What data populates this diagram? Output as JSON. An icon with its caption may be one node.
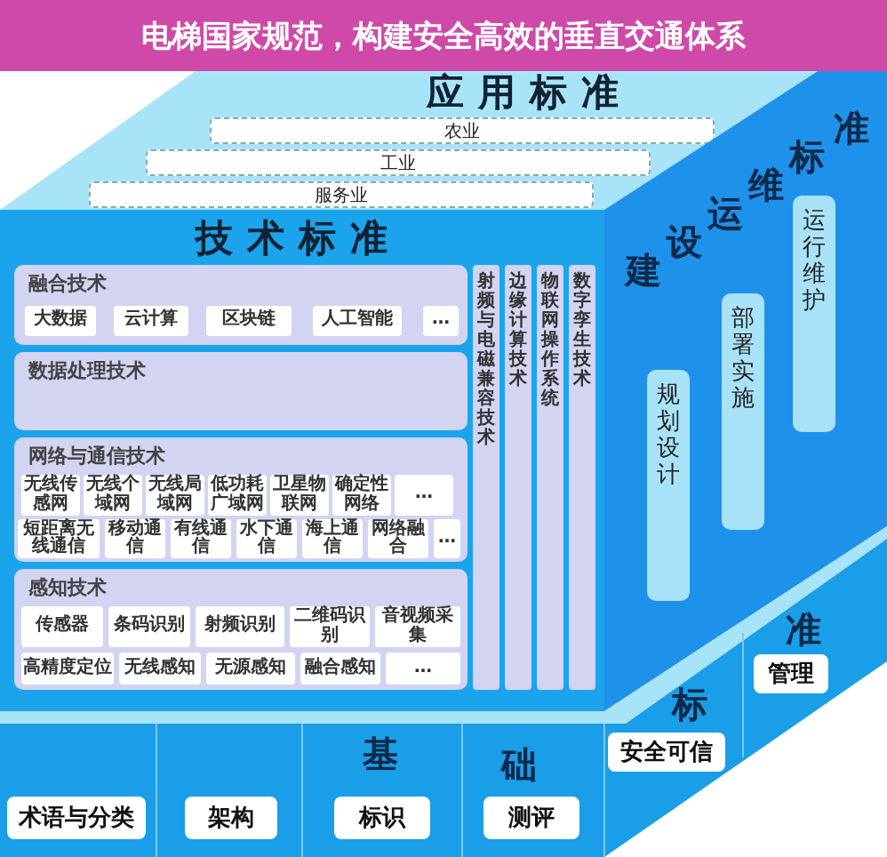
{
  "diagram": {
    "caption": "电梯国家规范，构建安全高效的垂直交通体系",
    "nodes": [
      {
        "text": [
          "应用标准"
        ]
      },
      {
        "text": [
          "农业"
        ],
        "in": 0
      },
      {
        "text": [
          "工业"
        ],
        "in": 0
      },
      {
        "text": [
          "服务业"
        ],
        "in": 0
      },
      {
        "text": [
          "技术标准"
        ]
      },
      {
        "text": [
          "融合技术"
        ],
        "in": 4
      },
      {
        "text": [
          "大数据"
        ],
        "in": 5
      },
      {
        "text": [
          "云计算"
        ],
        "in": 5
      },
      {
        "text": [
          "区块链"
        ],
        "in": 5
      },
      {
        "text": [
          "人工智能"
        ],
        "in": 5
      },
      {
        "text": [
          "…"
        ],
        "in": 5
      },
      {
        "text": [
          "数据处理技术"
        ],
        "in": 4
      },
      {
        "text": [
          "网络与通信技术"
        ],
        "in": 4
      },
      {
        "text": [
          "无线传感网"
        ],
        "in": 12
      },
      {
        "text": [
          "无线个域网"
        ],
        "in": 12
      },
      {
        "text": [
          "无线局域网"
        ],
        "in": 12
      },
      {
        "text": [
          "低功耗广域网"
        ],
        "in": 12
      },
      {
        "text": [
          "卫星物联网"
        ],
        "in": 12
      },
      {
        "text": [
          "确定性网络"
        ],
        "in": 12
      },
      {
        "text": [
          "…"
        ],
        "in": 12
      },
      {
        "text": [
          "短距离无线通信"
        ],
        "in": 12
      },
      {
        "text": [
          "移动通信"
        ],
        "in": 12
      },
      {
        "text": [
          "有线通信"
        ],
        "in": 12
      },
      {
        "text": [
          "水下通信"
        ],
        "in": 12
      },
      {
        "text": [
          "海上通信"
        ],
        "in": 12
      },
      {
        "text": [
          "网络融合"
        ],
        "in": 12
      },
      {
        "text": [
          "…"
        ],
        "in": 12
      },
      {
        "text": [
          "感知技术"
        ],
        "in": 4
      },
      {
        "text": [
          "传感器"
        ],
        "in": 27
      },
      {
        "text": [
          "条码识别"
        ],
        "in": 27
      },
      {
        "text": [
          "射频识别"
        ],
        "in": 27
      },
      {
        "text": [
          "二维码识别"
        ],
        "in": 27
      },
      {
        "text": [
          "音视频采集"
        ],
        "in": 27
      },
      {
        "text": [
          "高精度定位"
        ],
        "in": 27
      },
      {
        "text": [
          "无线感知"
        ],
        "in": 27
      },
      {
        "text": [
          "无源感知"
        ],
        "in": 27
      },
      {
        "text": [
          "融合感知"
        ],
        "in": 27
      },
      {
        "text": [
          "…"
        ],
        "in": 27
      },
      {
        "text": [
          "射频与电磁兼容技术"
        ],
        "in": 4
      },
      {
        "text": [
          "边缘计算技术"
        ],
        "in": 4
      },
      {
        "text": [
          "物联网操作系统"
        ],
        "in": 4
      },
      {
        "text": [
          "数字孪生技术"
        ],
        "in": 4
      },
      {
        "text": [
          "规划设计"
        ]
      },
      {
        "text": [
          "部署实施"
        ]
      },
      {
        "text": [
          "运行维护"
        ]
      },
      {
        "text": [
          "术语与分类"
        ]
      },
      {
        "text": [
          "架构"
        ]
      },
      {
        "text": [
          "标识"
        ]
      },
      {
        "text": [
          "测评"
        ]
      },
      {
        "text": [
          "安全可信"
        ]
      },
      {
        "text": [
          "管理"
        ]
      }
    ],
    "labels": [
      "建",
      "设",
      "运",
      "维",
      "标",
      "准",
      "基",
      "础",
      "标",
      "准"
    ]
  }
}
